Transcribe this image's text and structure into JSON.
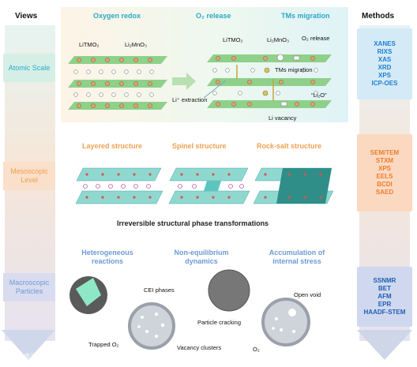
{
  "views_header": "Views",
  "methods_header": "Methods",
  "levels": [
    "Atomic Scale",
    "Mesoscopic Level",
    "Macroscopic Particles"
  ],
  "top_panel": {
    "titles": [
      "Oxygen redox",
      "O₂ release",
      "TMs migration"
    ],
    "left_labels": [
      "LiTMO₂",
      "Li₂MnO₃"
    ],
    "right_labels": [
      "LiTMO₂",
      "Li₂MnO₃",
      "O₂ release",
      "TMs migration",
      "Li⁺ extraction",
      "“Li₂O”",
      "Li vacancy"
    ]
  },
  "mid_panel": {
    "titles": [
      "Layered structure",
      "Spinel structure",
      "Rock-salt structure"
    ],
    "caption": "Irreversible structural phase transformations"
  },
  "bottom_panel": {
    "titles": [
      "Heterogeneous reactions",
      "Non-equilibrium dynamics",
      "Accumulation of internal stress"
    ],
    "labels": [
      "CEI phases",
      "Open void",
      "Particle cracking",
      "Trapped O₂",
      "Vacancy clusters",
      "O₂"
    ]
  },
  "methods": {
    "atomic": [
      "XANES",
      "RIXS",
      "XAS",
      "XRD",
      "XPS",
      "ICP-OES"
    ],
    "meso": [
      "SEM/TEM",
      "STXM",
      "XPS",
      "EELS",
      "BCDI",
      "SAED"
    ],
    "macro": [
      "SSNMR",
      "BET",
      "AFM",
      "EPR",
      "HAADF-STEM"
    ]
  },
  "watermark": "知乎 @电池人",
  "colors": {
    "atomic_title": "#2aa9c9",
    "meso_title": "#f0a050",
    "macro_title": "#6d9bd6",
    "atomic_method": "#1f7fd1",
    "meso_method": "#ee7d2f",
    "macro_method": "#1e5fb0",
    "slab": "#8fd08a",
    "teal": "#5bc6c0"
  }
}
